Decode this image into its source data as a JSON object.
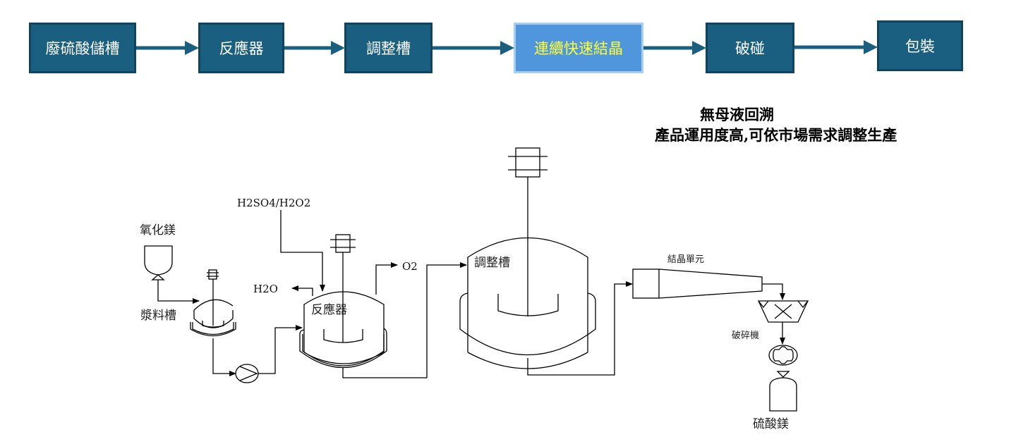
{
  "flow_steps": [
    {
      "label": "廢硫酸儲槽",
      "highlight": false
    },
    {
      "label": "反應器",
      "highlight": false
    },
    {
      "label": "調整槽",
      "highlight": false
    },
    {
      "label": "連續快速結晶",
      "highlight": true
    },
    {
      "label": "破碰",
      "highlight": false
    },
    {
      "label": "包裝",
      "highlight": false
    }
  ],
  "notes": {
    "line1": "無母液回溯",
    "line2": "產品運用度高,可依市場需求調整生產"
  },
  "diagram": {
    "feed_mgo": "氧化鎂",
    "slurry_tank": "漿料槽",
    "acid_feed": "H2SO4/H2O2",
    "water_out": "H2O",
    "oxygen_out": "O2",
    "reactor": "反應器",
    "adjust_tank": "調整槽",
    "crystallizer": "結晶單元",
    "crusher": "破碎機",
    "product": "硫酸鎂"
  },
  "colors": {
    "step_fill": "#1a5f80",
    "step_border": "#0f4460",
    "highlight_fill": "#4f96dc",
    "highlight_text": "#ffff33",
    "arrow": "#1a5f80"
  }
}
